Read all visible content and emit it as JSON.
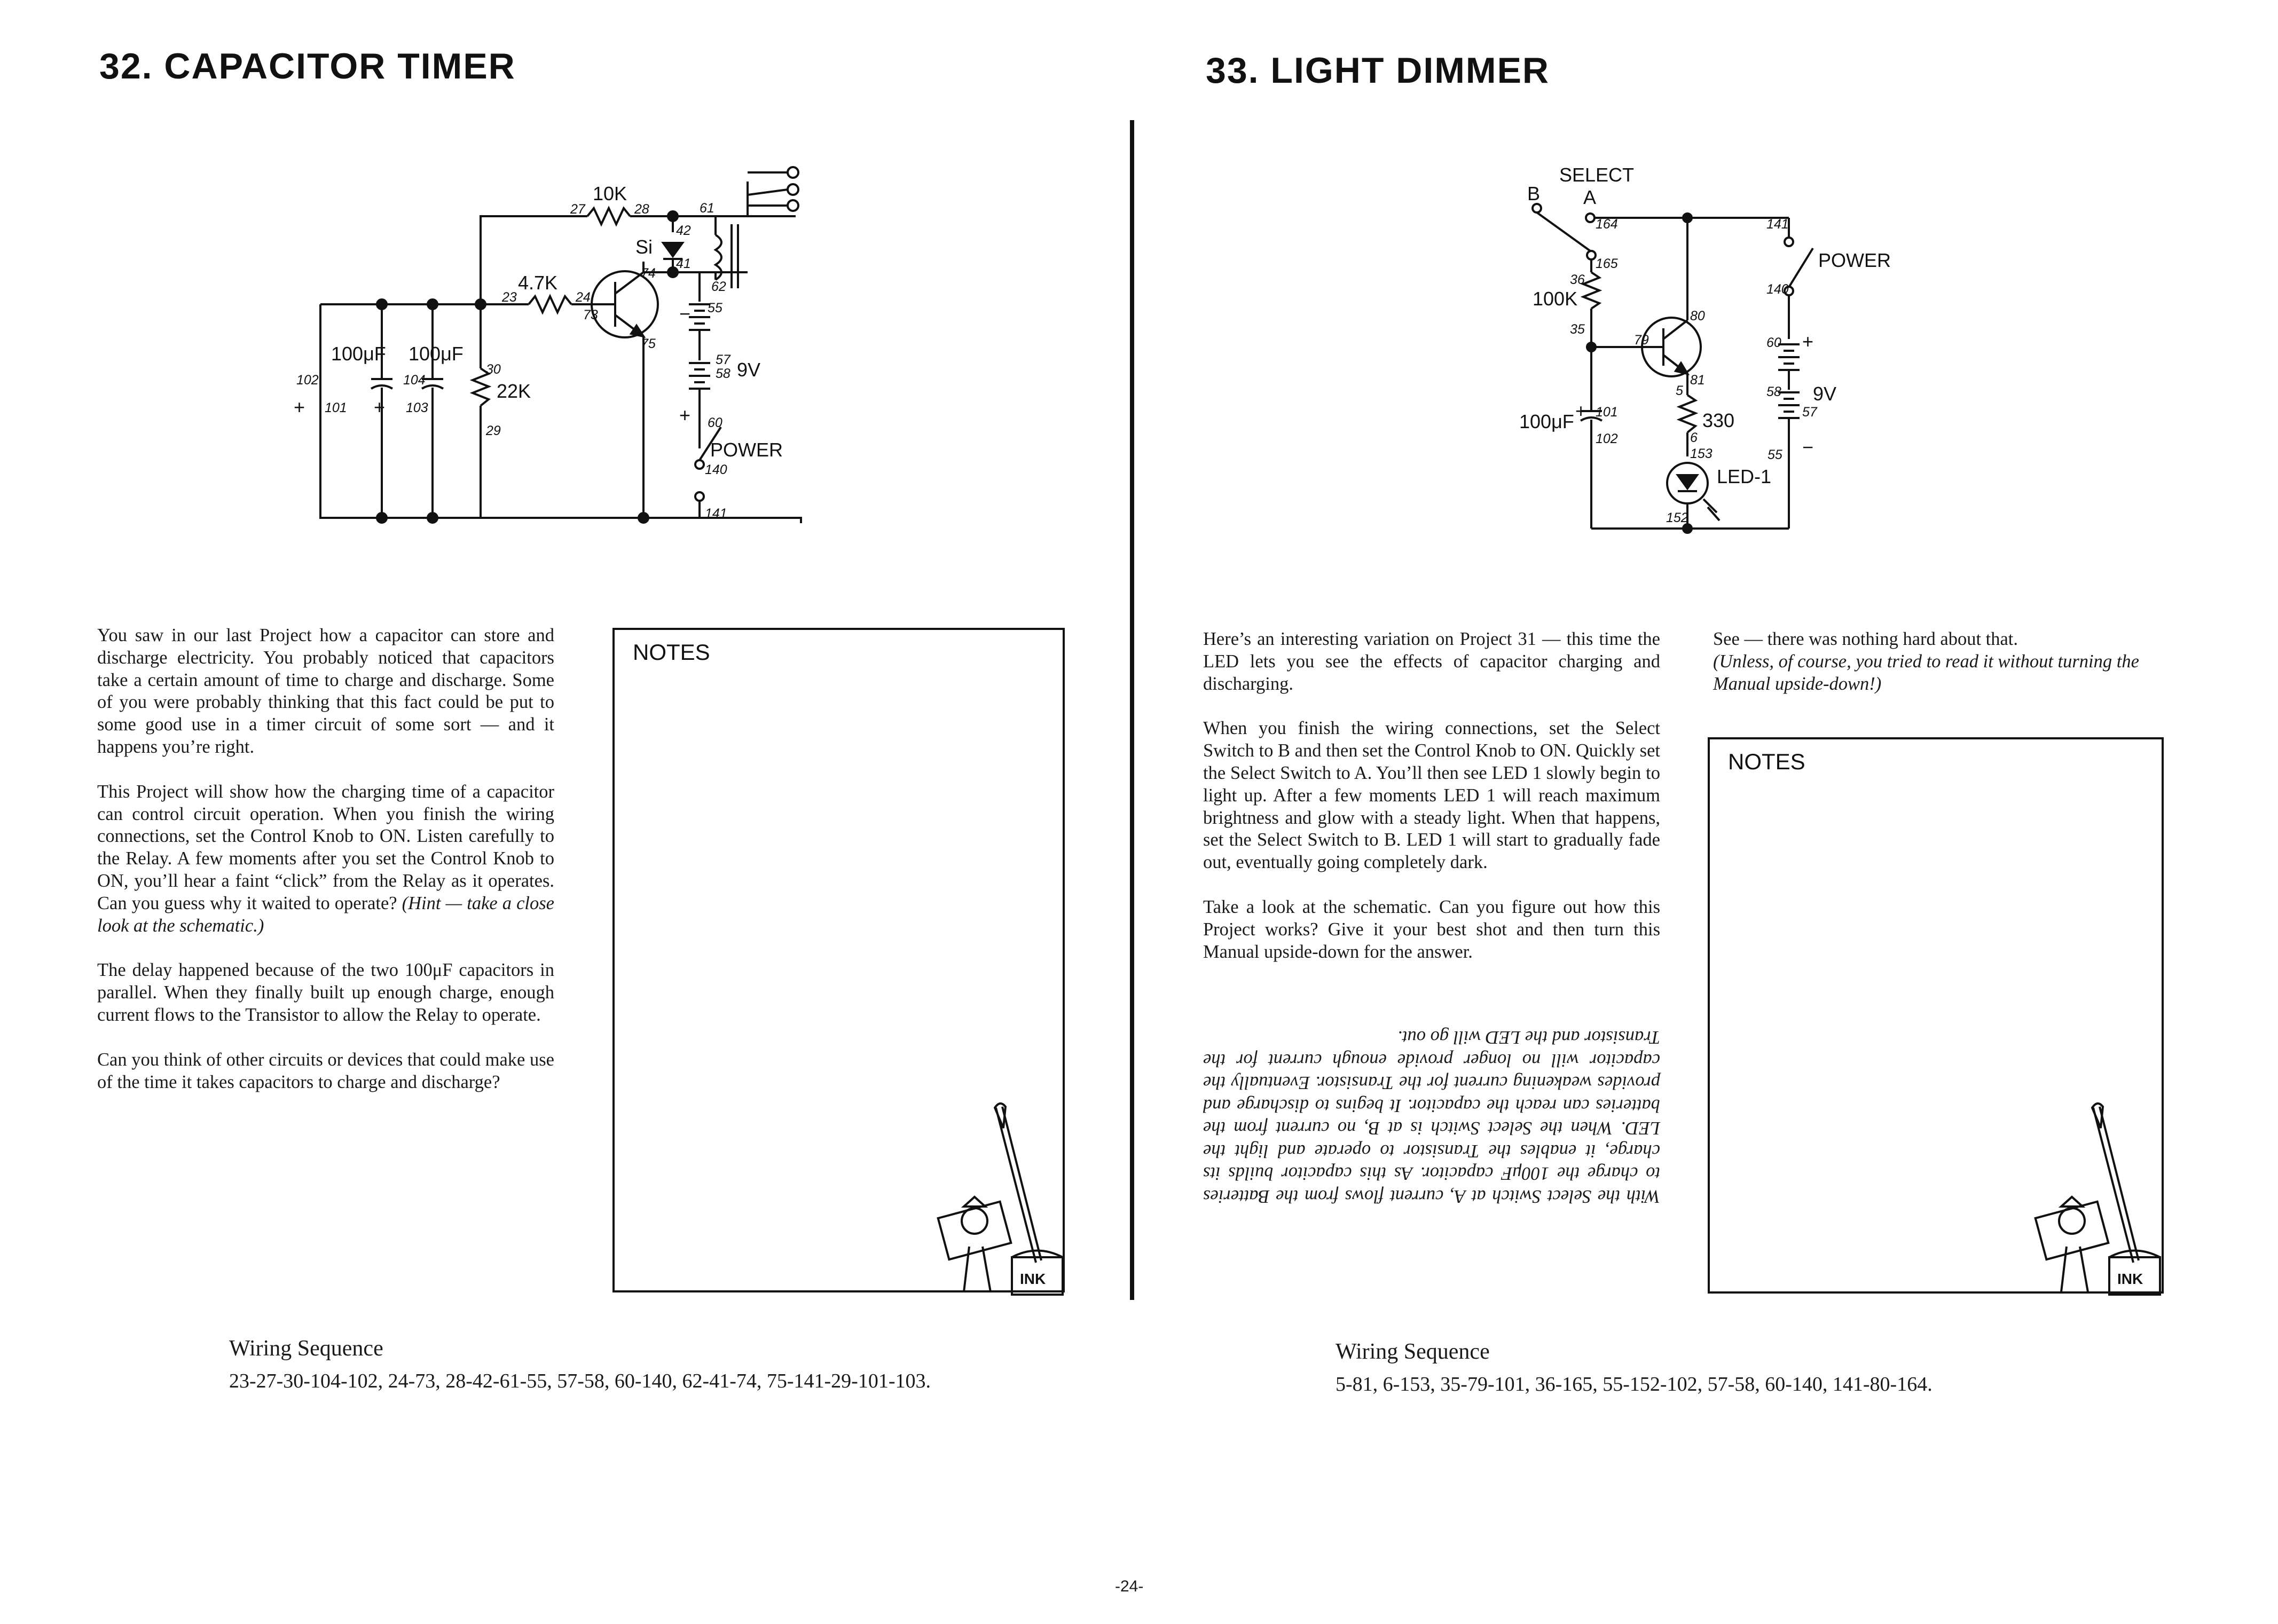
{
  "left_page": {
    "title": "32. CAPACITOR TIMER",
    "schematic": {
      "res_10k": "10K",
      "res_47k": "4.7K",
      "res_22k": "22K",
      "cap1": "100μF",
      "cap2": "100μF",
      "diode": "Si",
      "battery": "9V",
      "power": "POWER",
      "plus1": "+",
      "plus2": "+",
      "plus3": "+",
      "minus": "−",
      "pins": {
        "p27": "27",
        "p28": "28",
        "p61": "61",
        "p42": "42",
        "p41": "41",
        "p74": "74",
        "p62": "62",
        "p23": "23",
        "p24": "24",
        "p73": "73",
        "p75": "75",
        "p55": "55",
        "p57": "57",
        "p58": "58",
        "p60": "60",
        "p140": "140",
        "p141": "141",
        "p102": "102",
        "p101": "101",
        "p104": "104",
        "p103": "103",
        "p30": "30",
        "p29": "29"
      }
    },
    "paragraphs": [
      "You saw in our last Project how a capacitor can store and discharge electricity. You probably noticed that capacitors take a certain amount of time to charge and discharge. Some of you were probably thinking that this fact could be put to some good use in a timer circuit of some sort — and it happens you’re right.",
      "This Project will show how the charging time of a capacitor can control circuit operation. When you finish the wiring connections, set the Control Knob to ON. Listen carefully to the Relay. A few moments after you set the Control Knob to ON, you’ll hear a faint “click” from the Relay as it operates. Can you guess why it waited to operate?",
      "The delay happened because of the two 100μF capacitors in parallel. When they finally built up enough charge, enough current flows to the Transistor to allow the Relay to operate.",
      "Can you think of other circuits or devices that could make use of the time it takes capacitors to charge and discharge?"
    ],
    "hint": "(Hint — take a close look at the schematic.)",
    "notes_label": "NOTES",
    "mascot_label": "INK",
    "wiring_title": "Wiring Sequence",
    "wiring_text": "23-27-30-104-102, 24-73, 28-42-61-55, 57-58, 60-140, 62-41-74, 75-141-29-101-103."
  },
  "right_page": {
    "title": "33. LIGHT DIMMER",
    "schematic": {
      "select": "SELECT",
      "sel_b": "B",
      "sel_a": "A",
      "res_100k": "100K",
      "res_330": "330",
      "cap": "100μF",
      "led": "LED-1",
      "battery": "9V",
      "power": "POWER",
      "plus1": "+",
      "plus2": "+",
      "minus": "−",
      "pins": {
        "p164": "164",
        "p165": "165",
        "p36": "36",
        "p35": "35",
        "p79": "79",
        "p80": "80",
        "p81": "81",
        "p5": "5",
        "p6": "6",
        "p153": "153",
        "p152": "152",
        "p101": "101",
        "p102": "102",
        "p141": "141",
        "p140": "140",
        "p60": "60",
        "p58": "58",
        "p57": "57",
        "p55": "55"
      }
    },
    "paragraphs": [
      "Here’s an interesting variation on Project 31 — this time the LED lets you see the effects of capacitor charging and discharging.",
      "When you finish the wiring connections, set the Select Switch to B and then set the Control Knob to ON. Quickly set the Select Switch to A. You’ll then see LED 1 slowly begin to light up. After a few moments LED 1 will reach maximum brightness and glow with a steady light. When that happens, set the Select Switch to B. LED 1 will start to gradually fade out, eventually going completely dark.",
      "Take a look at the schematic. Can you figure out how this Project works? Give it your best shot and then turn this Manual upside-down for the answer."
    ],
    "upside_down_answer": "With the Select Switch at A, current flows from the Batteries to charge the 100μF capacitor. As this capacitor builds its charge, it enables the Transistor to operate and light the LED. When the Select Switch is at B, no current from the batteries can reach the capacitor. It begins to discharge and provides weakening current for the Transistor. Eventually the capacitor will no longer provide enough current for the Transistor and the LED will go out.",
    "aside_text": "See — there was nothing hard about that.",
    "aside_italic": "(Unless, of course, you tried to read it without turning the Manual upside-down!)",
    "notes_label": "NOTES",
    "mascot_label": "INK",
    "wiring_title": "Wiring Sequence",
    "wiring_text": "5-81, 6-153, 35-79-101, 36-165, 55-152-102, 57-58, 60-140, 141-80-164."
  },
  "page_number": "-24-"
}
